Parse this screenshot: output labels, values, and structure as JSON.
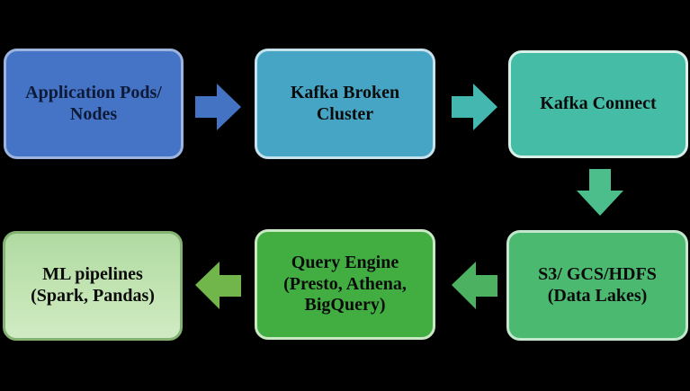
{
  "diagram": {
    "background_color": "#000000",
    "boxes": [
      {
        "id": "application-pods-nodes",
        "lines": [
          "Application Pods/",
          "Nodes"
        ],
        "fill": "#4573c5",
        "border": "#9db4df",
        "text_color": "#0e1b38"
      },
      {
        "id": "kafka-broken-cluster",
        "lines": [
          "Kafka Broken",
          "Cluster"
        ],
        "fill": "#46a5c5",
        "border": "#c6e2ed",
        "text_color": "#0b0b0b"
      },
      {
        "id": "kafka-connect",
        "lines": [
          "Kafka Connect"
        ],
        "fill": "#45bda6",
        "border": "#d9f0e8",
        "text_color": "#0b0b0b"
      },
      {
        "id": "s3-gcs-hdfs-data-lakes",
        "lines": [
          "S3/ GCS/HDFS",
          "(Data Lakes)"
        ],
        "fill": "#4cb970",
        "border": "#c2e7cd",
        "text_color": "#0b0b0b"
      },
      {
        "id": "query-engine",
        "lines": [
          "Query Engine",
          "(Presto, Athena,",
          "BigQuery)"
        ],
        "fill": "#42ad41",
        "border": "#c9e9c4",
        "text_color": "#0b0b0b"
      },
      {
        "id": "ml-pipelines",
        "lines": [
          "ML pipelines",
          "(Spark, Pandas)"
        ],
        "fill_top": "#b0daa2",
        "fill_bottom": "#d0ebc4",
        "border": "#84b273",
        "text_color": "#0b0b0b"
      }
    ],
    "arrows": [
      {
        "id": "app-to-kafka",
        "direction": "right",
        "color": "#4573c4"
      },
      {
        "id": "kafka-to-connect",
        "direction": "right",
        "color": "#43b7b0"
      },
      {
        "id": "connect-to-s3",
        "direction": "down",
        "color": "#4cbe8c"
      },
      {
        "id": "s3-to-query",
        "direction": "left",
        "color": "#4cb161"
      },
      {
        "id": "query-to-ml",
        "direction": "left",
        "color": "#70b64a"
      }
    ]
  }
}
